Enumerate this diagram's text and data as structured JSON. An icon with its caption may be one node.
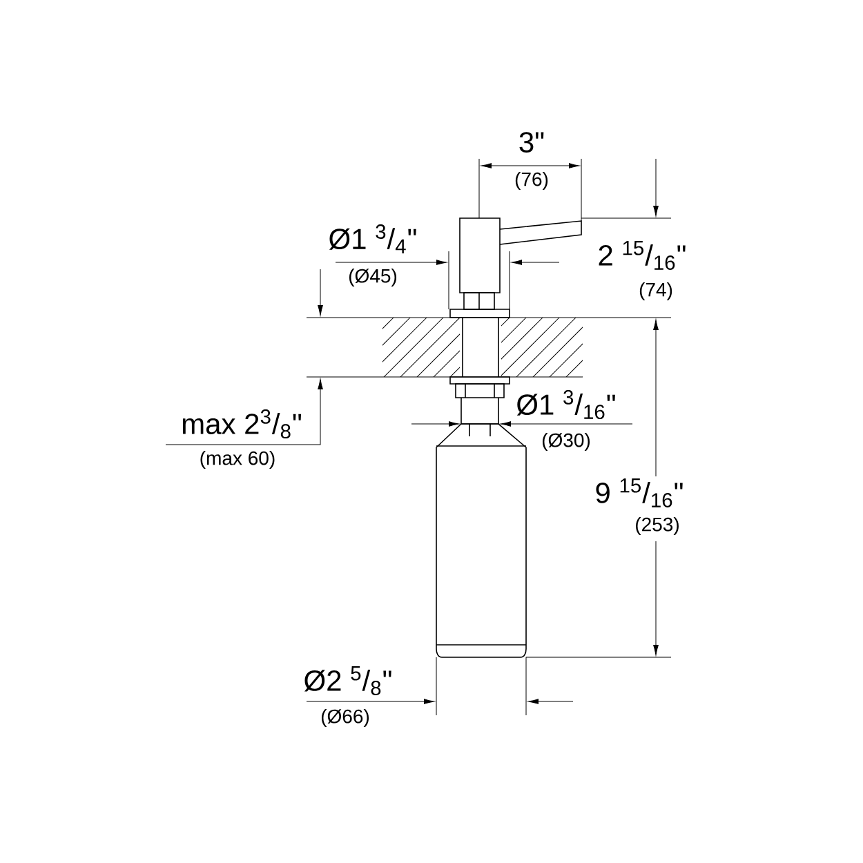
{
  "diagram": {
    "labels": [
      "3\"",
      "(76)",
      "Ø1 $^{3}$/$_{4}$\"",
      "(Ø45)",
      "2 $^{15}$/$_{16}$\"",
      "(74)",
      "max 2$^{3}$/$_{8}$\"",
      "(max 60)",
      "Ø1 $^{3}$/$_{16}$\"",
      "(Ø30)",
      "9 $^{15}$/$_{16}$\"",
      "(253)",
      "Ø2 $^{5}$/$_{8}$\"",
      "(Ø66)"
    ]
  }
}
